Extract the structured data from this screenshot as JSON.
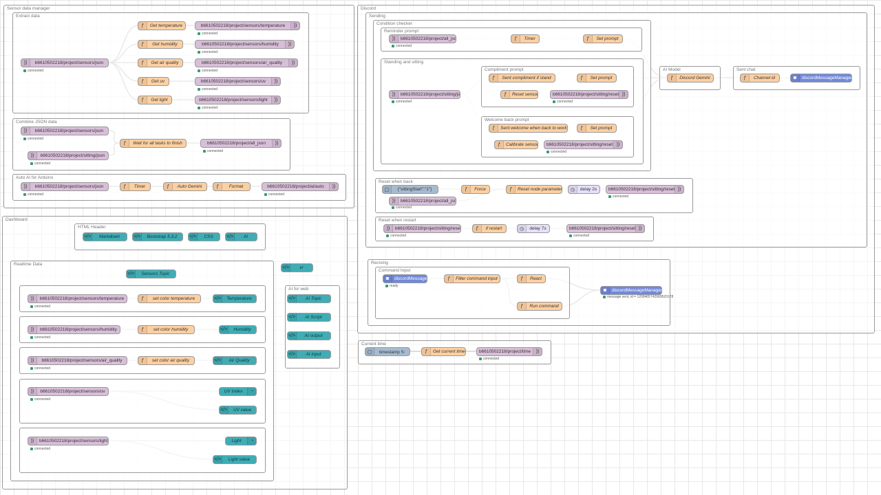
{
  "groups": {
    "sensor_data_manager": "Sensor data manager",
    "extract_data": "Extract data",
    "combine_json": "Combine JSON data",
    "auto_ai_arduino": "Auto AI for Arduino",
    "dashboard": "Dashboard",
    "html_header": "HTML Header",
    "realtime_data": "Realtime Data",
    "ai_for_web": "AI for web",
    "discord": "Discord",
    "sending": "Sending",
    "condition_checker": "Condition checker",
    "reminder_prompt": "Reminder prompt",
    "standing_sitting": "Standing and sitting",
    "compliment_prompt": "Compliment prompt",
    "welcome_back_prompt": "Welcome back prompt",
    "ai_model": "AI Model",
    "sent_chat": "Sent chat",
    "reset_when_back": "Reset when back",
    "reset_when_restart": "Reset when restart",
    "receiving": "Reciving",
    "command_input": "Command Input",
    "current_time": "Current time"
  },
  "nodes": {
    "ext_in": "b6610502218/project/sensors/json",
    "get_temp": "Get temperature",
    "get_hum": "Get humidity",
    "get_air": "Get air quality",
    "get_uv": "Get uv",
    "get_light": "Get light",
    "out_temp": "b6610502218/project/sensors/temperature",
    "out_hum": "b6610502218/project/sensors/humidity",
    "out_air": "b6610502218/project/sensors/air_quality",
    "out_uv": "b6610502218/project/sensors/uv",
    "out_light": "b6610502218/project/sensors/light",
    "comb_in1": "b6610502218/project/sensors/json",
    "comb_in2": "b6610502218/project/sitting/json",
    "wait_all": "Wait for all tasks to finish",
    "comb_out": "b6610502218/project/all_json",
    "auto_in": "b6610502218/project/sensors/json",
    "auto_timer": "Timer",
    "auto_gemini": "Auto Gemini",
    "auto_format": "Format",
    "auto_out": "b6610502218/project/ai/auto",
    "hh_markdown": "Markdown",
    "hh_bootstrap": "Bootstrap 5.3.2",
    "hh_css": "CSS",
    "hh_ai": "AI",
    "vr": "vr",
    "sensors_topic": "Sensors Topic",
    "rt_temp_in": "b6610502218/project/sensors/temperature",
    "rt_temp_fn": "set color temperature",
    "rt_temp_out": "Temperature",
    "rt_hum_in": "b6610502218/project/sensors/humidity",
    "rt_hum_fn": "set color humidity",
    "rt_hum_out": "Humidity",
    "rt_air_in": "b6610502218/project/sensors/air_quality",
    "rt_air_fn": "set color air quality",
    "rt_air_out": "Air Quality",
    "rt_uv_in": "b6610502218/project/sensors/uv",
    "rt_uv_index": "UV Index",
    "rt_uv_value": "UV value",
    "rt_light_in": "b6610502218/project/sensors/light",
    "rt_light": "Light",
    "rt_light_value": "Light value",
    "ai_topic": "AI Topic",
    "ai_script": "AI Script",
    "ai_output": "AI output",
    "ai_input": "AI input",
    "rem_in": "b6610502218/project/all_json",
    "rem_timer": "Timer",
    "rem_set": "Set prompt",
    "ss_in": "b6610502218/project/sitting/json",
    "cp_sent": "Sent compliment if stand",
    "cp_set": "Set prompt",
    "cp_reset": "Reset sensor",
    "cp_out": "b6610502218/project/sitting/reset",
    "wb_sent": "Sent welcome when back to work",
    "wb_set": "Set prompt",
    "wb_cal": "Calibrate sensor",
    "wb_out": "b6610502218/project/sitting/reset",
    "gemini": "Discord Gemini",
    "channel": "Channel id",
    "dmm1": "discordMessageManager",
    "rwb_inject": "{\"sittingStart\":\"1\"}",
    "rwb_in": "b6610502218/project/all_json",
    "rwb_force": "Force",
    "rwb_reset": "Reset node parameter",
    "rwb_delay": "delay 2s",
    "rwb_out": "b6610502218/project/sitting/reset",
    "rwr_in": "b6610502218/project/sitting/reset",
    "rwr_if": "if restart",
    "rwr_delay": "delay 7s",
    "rwr_out": "b6610502218/project/sitting/reset",
    "rcv_msg": "discordMessage",
    "rcv_filter": "Filter command input",
    "rcv_react": "React",
    "rcv_run": "Run command",
    "dmm2": "discordMessageManager",
    "ct_inject": "timestamp ↻",
    "ct_get": "Get current time",
    "ct_out": "b6610502218/project/time"
  },
  "status": {
    "connected": "connected",
    "ready": "ready",
    "msg_sent": "message sent, id = 1208405742969520178"
  },
  "colors": {
    "function": "#fdd0a2",
    "mqtt": "#d8bfd8",
    "dashboard": "#3fadb5",
    "discord": "#7289da",
    "delay": "#e6e0f8",
    "inject": "#a6bbcf",
    "status_connected": "#3a9b6f"
  }
}
